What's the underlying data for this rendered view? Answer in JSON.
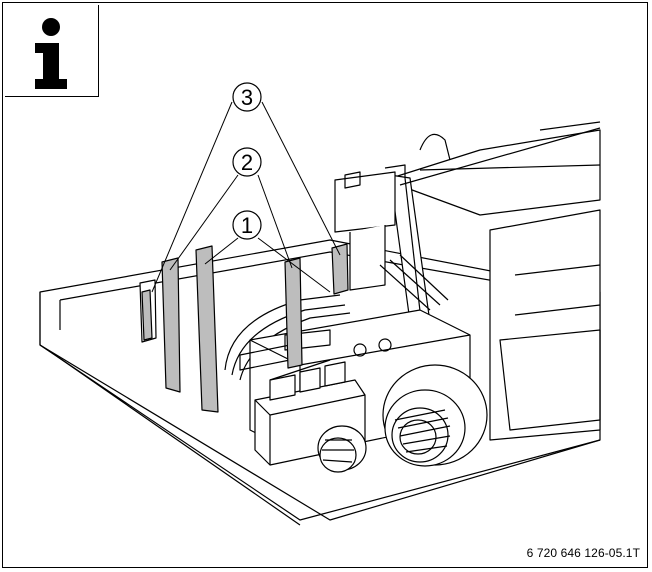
{
  "info_icon": "info-i-icon",
  "callouts": [
    {
      "label": "1"
    },
    {
      "label": "2"
    },
    {
      "label": "3"
    }
  ],
  "figure_code": "6 720 646 126-05.1T",
  "colors": {
    "line": "#000000",
    "part_fill": "#bdbdbd",
    "panel_fill": "#ffffff"
  }
}
